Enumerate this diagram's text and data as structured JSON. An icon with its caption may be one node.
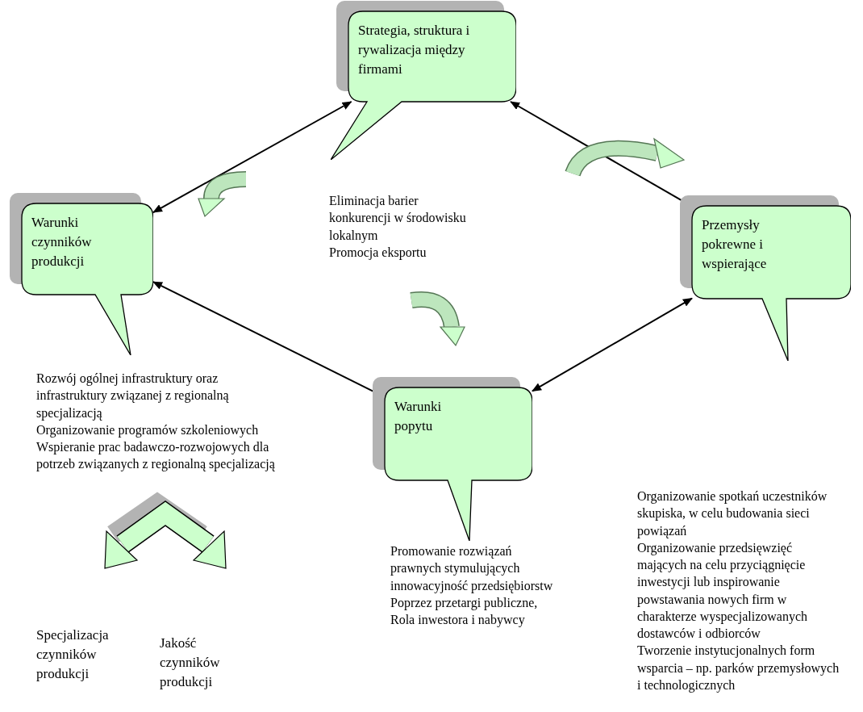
{
  "diagram": {
    "nodes": [
      {
        "text": [
          "Strategia, struktura i rywalizacja między firmami"
        ],
        "beside": [
          "Eliminacja barier konkurencji w środowisku lokalnym",
          "Promocja eksportu"
        ]
      },
      {
        "text": [
          "Warunki czynników produkcji"
        ],
        "beside": [
          "Rozwój ogólnej infrastruktury oraz infrastruktury związanej z regionalną specjalizacją",
          "Organizowanie programów szkoleniowych",
          "Wspieranie prac badawczo-rozwojowych dla potrzeb związanych z regionalną specjalizacją"
        ]
      },
      {
        "text": [
          "Przemysły pokrewne i wspierające"
        ],
        "beside": [
          "Organizowanie spotkań uczestników skupiska, w celu budowania sieci powiązań",
          "Organizowanie przedsięwzięć mających na celu przyciągnięcie inwestycji lub inspirowanie powstawania nowych firm w charakterze wyspecjalizowanych dostawców i odbiorców",
          "Tworzenie instytucjonalnych form wsparcia – np. parków przemysłowych i technologicznych"
        ]
      },
      {
        "text": [
          "Warunki popytu"
        ],
        "beside": [
          "Promowanie rozwiązań prawnych stymulujących innowacyjność przedsiębiorstw",
          "Poprzez przetargi publiczne, Rola inwestora i nabywcy"
        ]
      }
    ],
    "edges": [
      {
        "from": 0,
        "to": 1,
        "arrow": "both"
      },
      {
        "from": 0,
        "to": 2,
        "arrow": "both"
      },
      {
        "from": 1,
        "to": 3,
        "arrow": "both"
      },
      {
        "from": 3,
        "to": 2,
        "arrow": "both"
      }
    ],
    "labels": [
      "Specjalizacja czynników produkcji",
      "Jakość czynników produkcji"
    ]
  }
}
